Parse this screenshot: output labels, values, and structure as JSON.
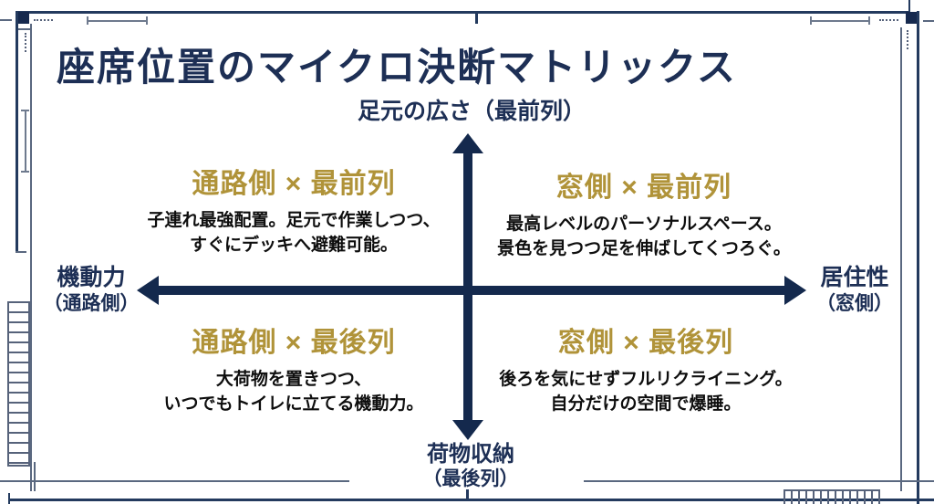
{
  "title": "座席位置のマイクロ決断マトリックス",
  "axes": {
    "top": {
      "label": "足元の広さ（最前列）"
    },
    "bottom": {
      "label_line1": "荷物収納",
      "label_line2": "（最後列）"
    },
    "left": {
      "label_line1": "機動力",
      "label_line2": "（通路側）"
    },
    "right": {
      "label_line1": "居住性",
      "label_line2": "（窓側）"
    }
  },
  "quadrants": {
    "top_left": {
      "heading": "通路側 × 最前列",
      "line1": "子連れ最強配置。足元で作業しつつ、",
      "line2": "すぐにデッキへ避難可能。"
    },
    "top_right": {
      "heading": "窓側 × 最前列",
      "line1": "最高レベルのパーソナルスペース。",
      "line2": "景色を見つつ足を伸ばしてくつろぐ。"
    },
    "bottom_left": {
      "heading": "通路側 × 最後列",
      "line1": "大荷物を置きつつ、",
      "line2": "いつでもトイレに立てる機動力。"
    },
    "bottom_right": {
      "heading": "窓側 × 最後列",
      "line1": "後ろを気にせずフルリクライニング。",
      "line2": "自分だけの空間で爆睡。"
    }
  },
  "colors": {
    "navy": "#14294d",
    "text_navy": "#1d2f55",
    "gold": "#b09339",
    "body_text": "#0e0e0e",
    "frame_thin": "#5a6880"
  }
}
